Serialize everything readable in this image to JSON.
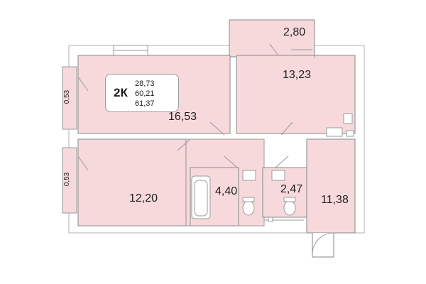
{
  "apartment": {
    "type": "2К",
    "areas": [
      "28,73",
      "60,21",
      "61,37"
    ]
  },
  "rooms": {
    "living_room": "16,53",
    "bedroom_top_right": "13,23",
    "balcony": "2,80",
    "bedroom_bottom_left": "12,20",
    "bathroom": "4,40",
    "wc": "2,47",
    "kitchen": "11,38"
  },
  "windows": {
    "top_left": "0,53",
    "bottom_left": "0,53"
  },
  "colors": {
    "room_fill": "#f7d9dc",
    "wall": "#9a9a9a",
    "background": "#ffffff"
  }
}
